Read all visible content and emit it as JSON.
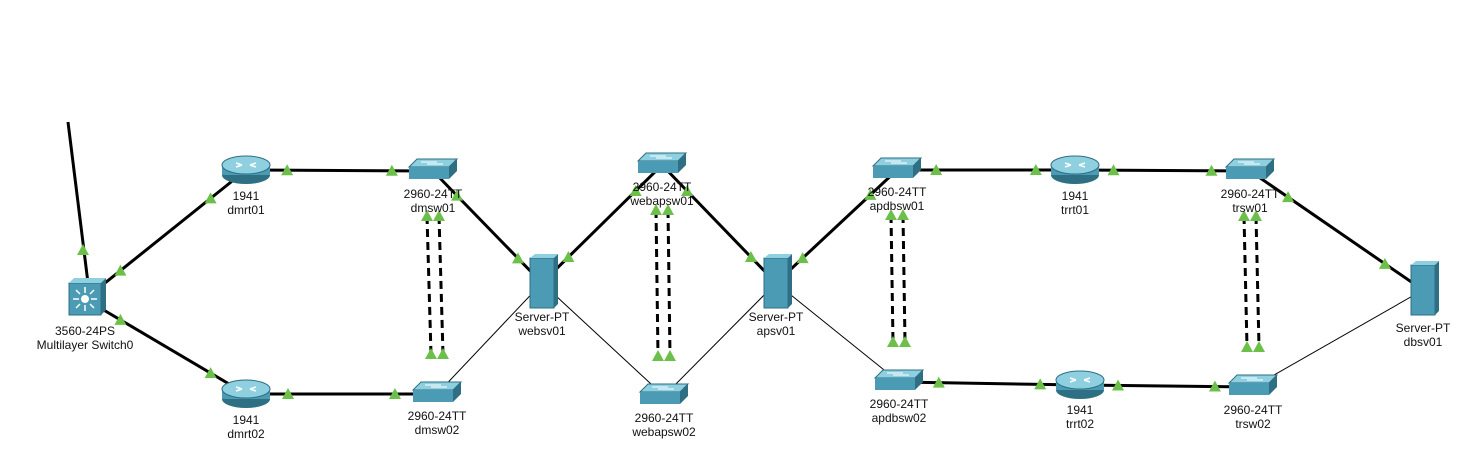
{
  "devices": {
    "mls0": {
      "model": "3560-24PS",
      "name": "Multilayer Switch0",
      "icon": "multilayer-switch-icon"
    },
    "dmrt01": {
      "model": "1941",
      "name": "dmrt01",
      "icon": "router-icon"
    },
    "dmrt02": {
      "model": "1941",
      "name": "dmrt02",
      "icon": "router-icon"
    },
    "dmsw01": {
      "model": "2960-24TT",
      "name": "dmsw01",
      "icon": "switch-icon"
    },
    "dmsw02": {
      "model": "2960-24TT",
      "name": "dmsw02",
      "icon": "switch-icon"
    },
    "websv01": {
      "model": "Server-PT",
      "name": "websv01",
      "icon": "server-icon"
    },
    "webapsw01": {
      "model": "2960-24TT",
      "name": "webapsw01",
      "icon": "switch-icon"
    },
    "webapsw02": {
      "model": "2960-24TT",
      "name": "webapsw02",
      "icon": "switch-icon"
    },
    "apsv01": {
      "model": "Server-PT",
      "name": "apsv01",
      "icon": "server-icon"
    },
    "apdbsw01": {
      "model": "2960-24TT",
      "name": "apdbsw01",
      "icon": "switch-icon"
    },
    "apdbsw02": {
      "model": "2960-24TT",
      "name": "apdbsw02",
      "icon": "switch-icon"
    },
    "trrt01": {
      "model": "1941",
      "name": "trrt01",
      "icon": "router-icon"
    },
    "trrt02": {
      "model": "1941",
      "name": "trrt02",
      "icon": "router-icon"
    },
    "trsw01": {
      "model": "2960-24TT",
      "name": "trsw01",
      "icon": "switch-icon"
    },
    "trsw02": {
      "model": "2960-24TT",
      "name": "trsw02",
      "icon": "switch-icon"
    },
    "dbsv01": {
      "model": "Server-PT",
      "name": "dbsv01",
      "icon": "server-icon"
    }
  },
  "links": {
    "thick": [
      [
        "mls0",
        "dmrt01"
      ],
      [
        "mls0",
        "dmrt02"
      ],
      [
        "dmrt01",
        "dmsw01"
      ],
      [
        "dmrt02",
        "dmsw02"
      ],
      [
        "dmsw01",
        "websv01"
      ],
      [
        "websv01",
        "webapsw01"
      ],
      [
        "webapsw01",
        "apsv01"
      ],
      [
        "apsv01",
        "apdbsw01"
      ],
      [
        "apdbsw01",
        "trrt01"
      ],
      [
        "trrt01",
        "trsw01"
      ],
      [
        "apdbsw02",
        "trrt02"
      ],
      [
        "trrt02",
        "trsw02"
      ],
      [
        "trsw01",
        "dbsv01"
      ]
    ],
    "thin": [
      [
        "dmsw02",
        "websv01"
      ],
      [
        "websv01",
        "webapsw02"
      ],
      [
        "webapsw02",
        "apsv01"
      ],
      [
        "apsv01",
        "apdbsw02"
      ],
      [
        "trsw02",
        "dbsv01"
      ]
    ],
    "dashed_pairs": [
      [
        "dmsw01",
        "dmsw02"
      ],
      [
        "webapsw01",
        "webapsw02"
      ],
      [
        "apdbsw01",
        "apdbsw02"
      ],
      [
        "trsw01",
        "trsw02"
      ]
    ],
    "uplink": [
      "mls0"
    ]
  },
  "colors": {
    "link": "#000000",
    "port_up": "#6cc04a",
    "device_body": "#4a9bb3",
    "device_dark": "#2e6f84",
    "device_light": "#8fd0e0"
  }
}
